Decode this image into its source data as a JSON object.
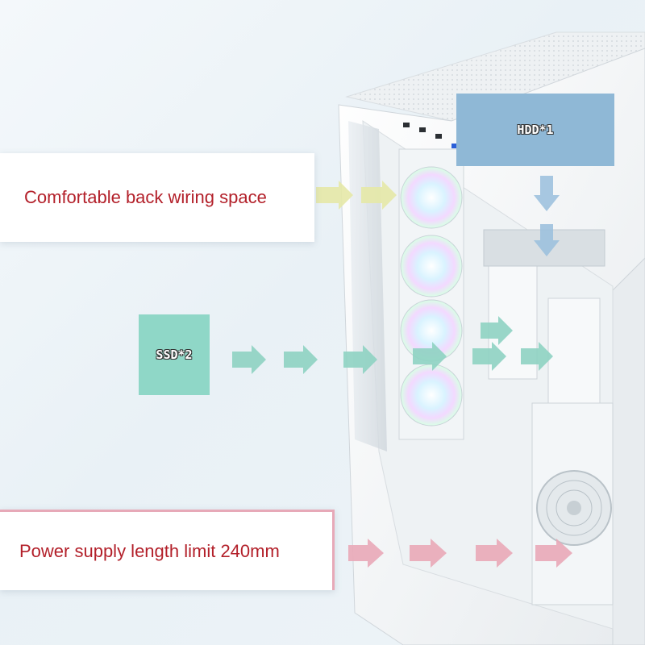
{
  "labels": {
    "wiring": "Comfortable back wiring space",
    "power": "Power supply length limit 240mm",
    "hdd": "HDD*1",
    "ssd": "SSD*2"
  },
  "colors": {
    "label_text": "#b3202a",
    "hdd_badge": "#8fb8d6",
    "ssd_badge": "#8fd7c7",
    "wiring_arrows": "#e6e9a8",
    "ssd_arrows": "#8fd3c3",
    "power_arrows": "#eaa9b8",
    "hdd_arrows": "#9ec2de",
    "case_body": "#f5f7f8"
  }
}
